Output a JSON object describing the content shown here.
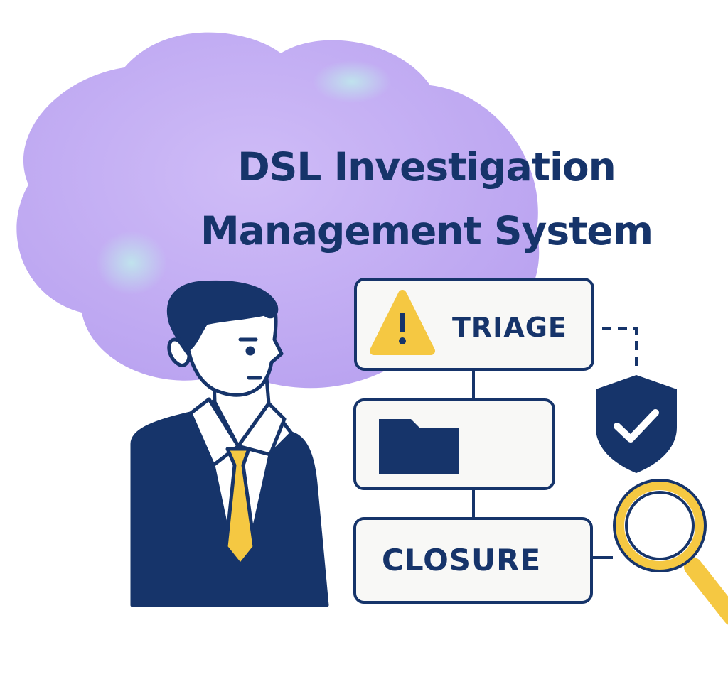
{
  "title": {
    "line1": "DSL Investigation",
    "line2": "Management System"
  },
  "workflow": {
    "steps": [
      {
        "label": "TRIAGE",
        "icon": "warning-icon"
      },
      {
        "label": "",
        "icon": "folder-icon"
      },
      {
        "label": "CLOSURE",
        "icon": ""
      }
    ],
    "side_icons": [
      "shield-check-icon",
      "magnifier-icon"
    ]
  },
  "colors": {
    "navy": "#16346a",
    "yellow": "#f5c842",
    "cloud": "#c9b4f5",
    "card_fill": "#f8f8f6",
    "skin": "#ffffff"
  }
}
